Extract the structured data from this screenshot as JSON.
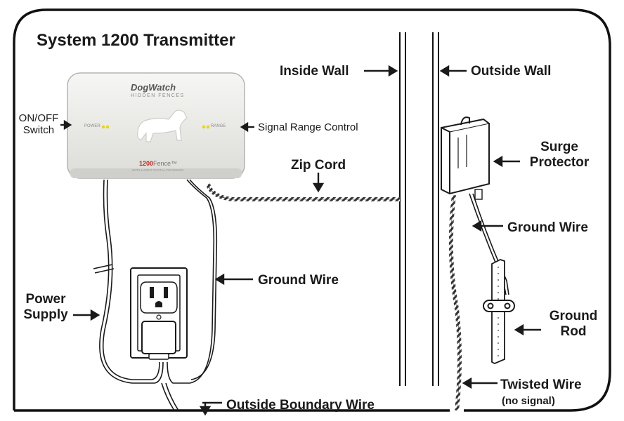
{
  "title": "System 1200 Transmitter",
  "device": {
    "brand": "DogWatch",
    "subtitle": "HIDDEN FENCES",
    "power_led": "POWER",
    "range_led": "RANGE",
    "model_number": "1200",
    "model_name": "Fence",
    "model_suffix": "™",
    "fineprint": "INTELLIGENT DIGITAL FM DESIGN",
    "body_color": "#eeeeec",
    "led_color": "#e8d21a",
    "model_red": "#c8201e"
  },
  "labels": {
    "on_off_switch": [
      "ON/OFF",
      "Switch"
    ],
    "signal_range_control": "Signal Range Control",
    "inside_wall": "Inside Wall",
    "outside_wall": "Outside Wall",
    "zip_cord": "Zip Cord",
    "surge_protector": [
      "Surge",
      "Protector"
    ],
    "ground_wire_right": "Ground Wire",
    "ground_wire_left": "Ground Wire",
    "power_supply": [
      "Power",
      "Supply"
    ],
    "ground_rod": [
      "Ground",
      "Rod"
    ],
    "twisted_wire": "Twisted Wire",
    "no_signal": "(no signal)",
    "outside_boundary_wire": "Outside Boundary Wire"
  },
  "icons": [
    "arrow-icon",
    "outlet-icon",
    "dog-silhouette-icon",
    "surge-protector-icon",
    "ground-clamp-icon"
  ]
}
